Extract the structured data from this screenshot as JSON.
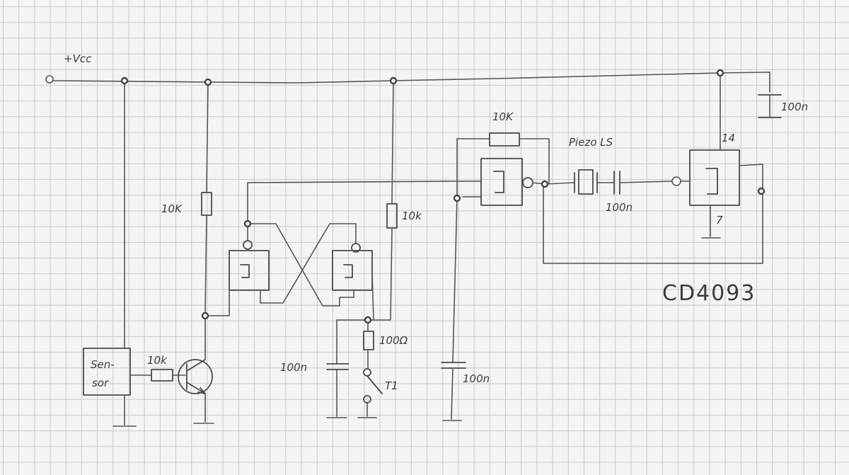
{
  "labels": {
    "vcc": "+Vcc",
    "r_pullup": "10K",
    "r_sensor": "10k",
    "sensor_line1": "Sen-",
    "sensor_line2": "sor",
    "r_flipflop": "10k",
    "r_button": "100Ω",
    "switch": "T1",
    "cap_debounce": "100n",
    "cap_supply": "100n",
    "r_feedback": "10K",
    "piezo": "Piezo LS",
    "cap_piezo": "100n",
    "cap_decoupling": "100n",
    "pin_vdd": "14",
    "pin_vss": "7",
    "ic": "CD4093"
  },
  "colors": {
    "paper": "#f4f4f2",
    "grid": "#c9c9c9",
    "pencil": "#4a4a4a"
  }
}
